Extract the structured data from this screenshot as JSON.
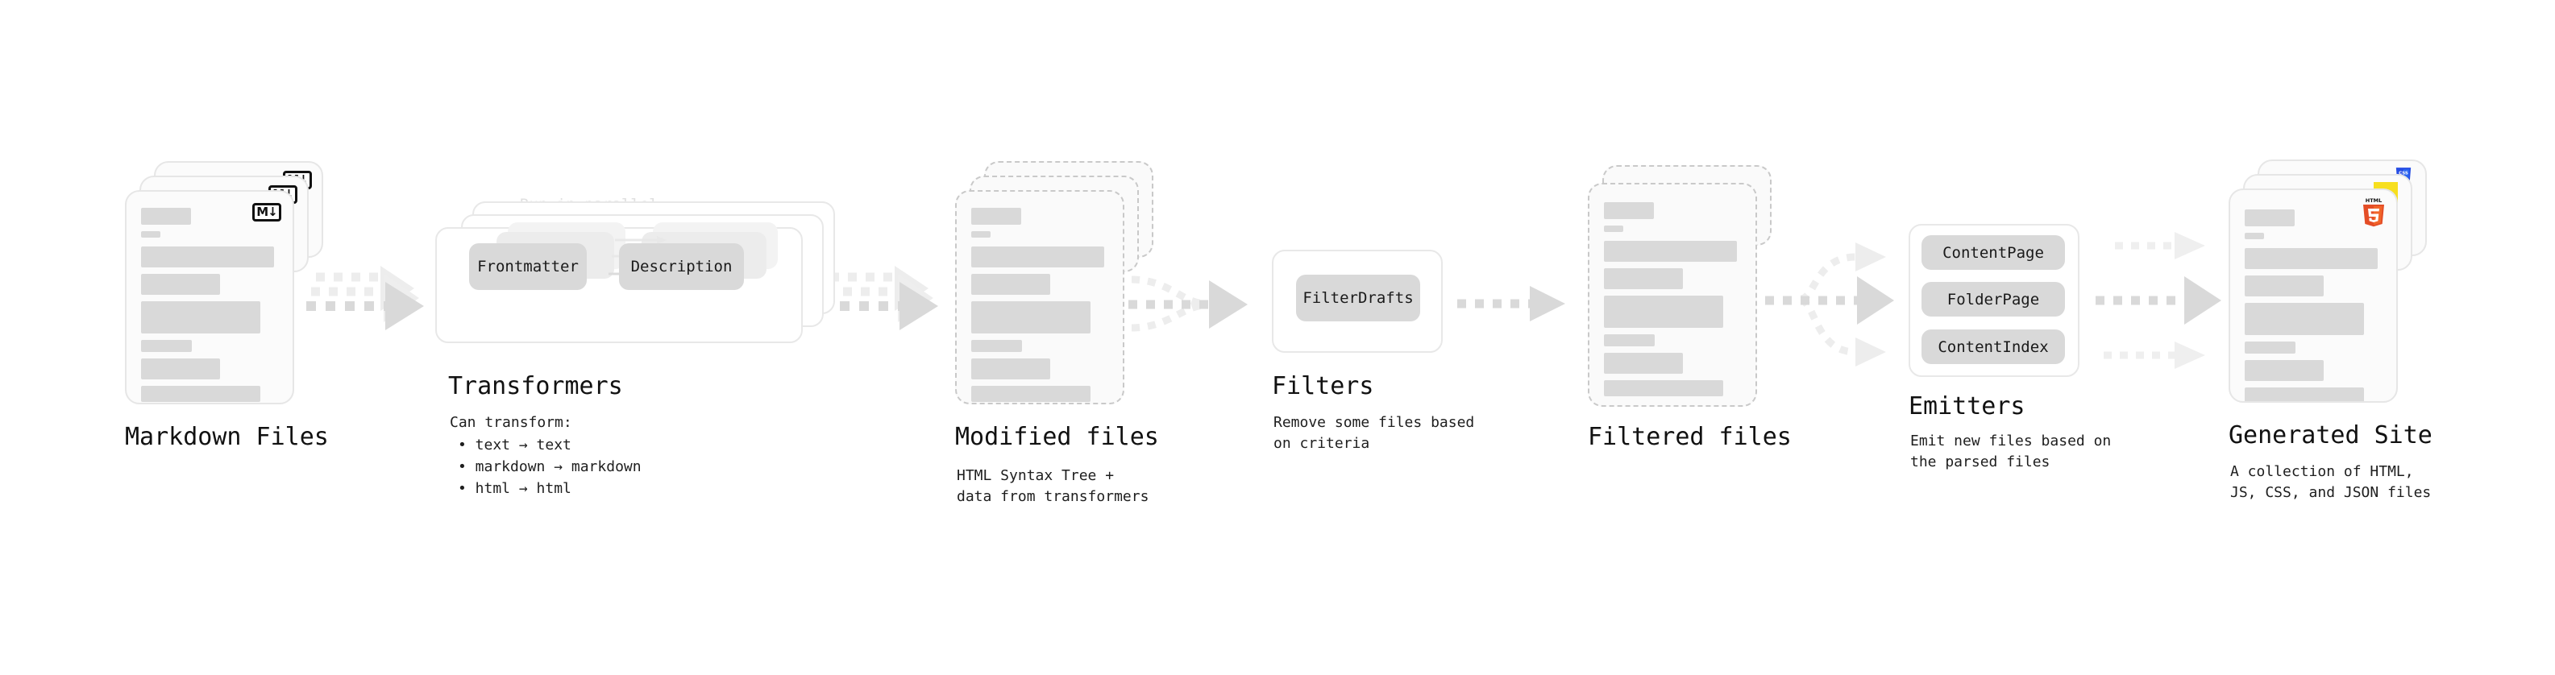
{
  "diagram": {
    "title_semantic": "quartz-build-pipeline",
    "colors": {
      "skeleton_bar": "#d9d9d9",
      "card_border": "#e6e6e6",
      "dashed_border": "#c9c9c9",
      "arrow": "#d6d6d6",
      "arrow_faint": "#ededed",
      "text": "#111111",
      "ghost_text": "#e0e0e0",
      "html5": "#e44d26",
      "css3": "#264de4",
      "js": "#f7df1e"
    }
  },
  "stages": [
    {
      "id": "markdown-files",
      "title": "Markdown Files",
      "subtitle": "",
      "badge": "markdown-badge",
      "badge_text": "M↓"
    },
    {
      "id": "transformers",
      "title": "Transformers",
      "parallel_label": "Run in parallel",
      "chips": [
        "Frontmatter",
        "Description"
      ],
      "subtitle_head": "Can transform:",
      "bullets": [
        "• text → text",
        "• markdown → markdown",
        "• html → html"
      ]
    },
    {
      "id": "modified-files",
      "title": "Modified files",
      "subtitle": "HTML Syntax Tree +\ndata from transformers"
    },
    {
      "id": "filters",
      "title": "Filters",
      "chips": [
        "FilterDrafts"
      ],
      "subtitle": "Remove some files based\non criteria"
    },
    {
      "id": "filtered-files",
      "title": "Filtered files",
      "subtitle": ""
    },
    {
      "id": "emitters",
      "title": "Emitters",
      "chips": [
        "ContentPage",
        "FolderPage",
        "ContentIndex"
      ],
      "subtitle": "Emit new files based on\nthe parsed files"
    },
    {
      "id": "generated-site",
      "title": "Generated Site",
      "subtitle": "A collection of HTML,\nJS, CSS, and JSON files",
      "badges": [
        "html5-badge",
        "js-badge",
        "css3-badge"
      ],
      "badge_text": "HTML5"
    }
  ]
}
